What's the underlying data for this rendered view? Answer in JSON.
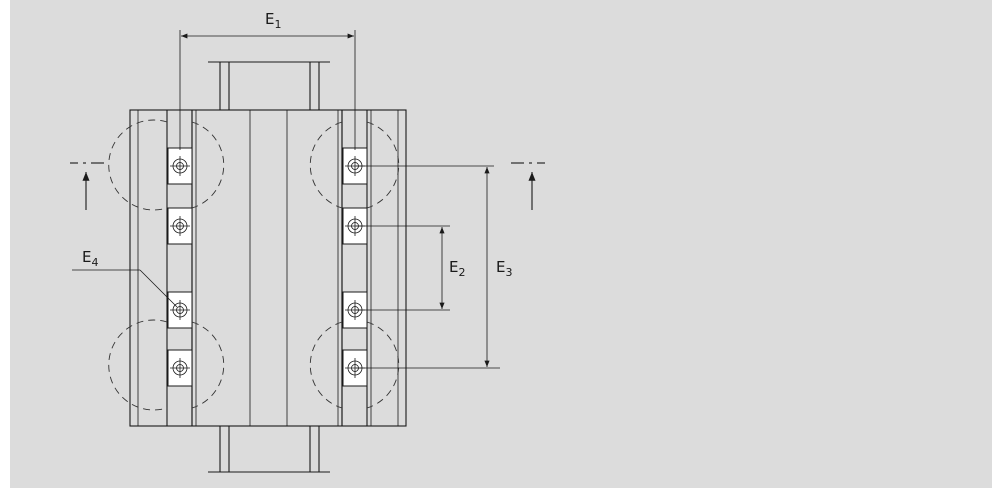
{
  "diagram": {
    "dimension_labels": {
      "E1": {
        "main": "E",
        "sub": "1"
      },
      "E2": {
        "main": "E",
        "sub": "2"
      },
      "E3": {
        "main": "E",
        "sub": "3"
      },
      "E4": {
        "main": "E",
        "sub": "4"
      }
    },
    "colors": {
      "background": "#dcdcdc",
      "line": "#1a1a1a",
      "bolt_fill": "#ffffff"
    }
  }
}
